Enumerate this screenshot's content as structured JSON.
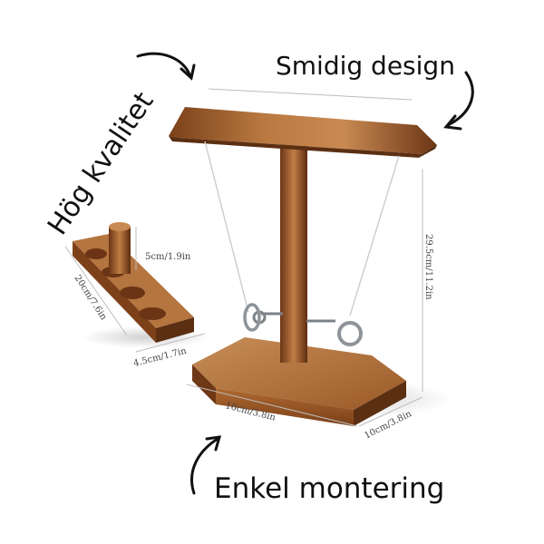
{
  "callouts": {
    "top_left": "Hög kvalitet",
    "top_right": "Smidig design",
    "bottom": "Enkel montering"
  },
  "dimensions": {
    "holder_height": "5cm/1.9in",
    "holder_length": "20cm/7.6in",
    "holder_width": "4.5cm/1.7in",
    "stand_height": "29.5cm/11.2in",
    "base_width": "10cm/3.8in",
    "base_depth": "10cm/3.8in"
  },
  "colors": {
    "wood_light": "#c9884f",
    "wood_mid": "#a8652e",
    "wood_dark": "#5b2f12",
    "metal": "#8e9499"
  }
}
